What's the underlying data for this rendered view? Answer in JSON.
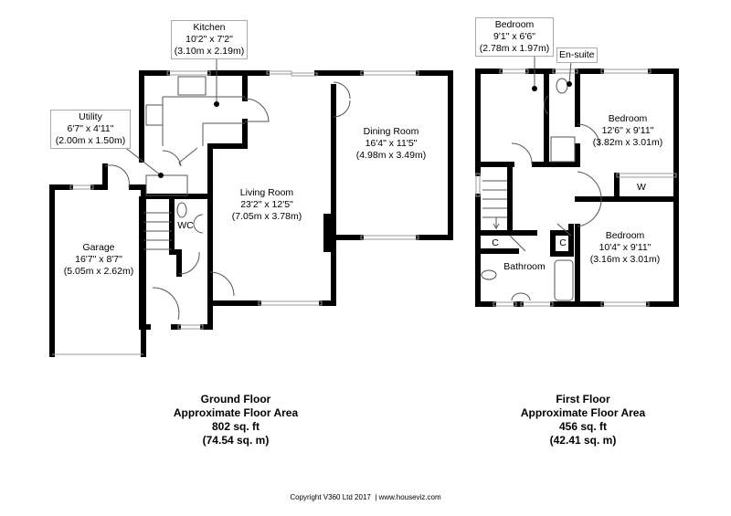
{
  "ground_floor": {
    "rooms": {
      "kitchen": {
        "name": "Kitchen",
        "imperial": "10'2\" x 7'2\"",
        "metric": "(3.10m x 2.19m)"
      },
      "utility": {
        "name": "Utility",
        "imperial": "6'7\" x 4'11\"",
        "metric": "(2.00m x 1.50m)"
      },
      "dining": {
        "name": "Dining Room",
        "imperial": "16'4\" x 11'5\"",
        "metric": "(4.98m x 3.49m)"
      },
      "living": {
        "name": "Living Room",
        "imperial": "23'2\" x 12'5\"",
        "metric": "(7.05m x 3.78m)"
      },
      "garage": {
        "name": "Garage",
        "imperial": "16'7\" x 8'7\"",
        "metric": "(5.05m x 2.62m)"
      },
      "wc": {
        "name": "WC"
      }
    },
    "summary": {
      "title": "Ground Floor",
      "subtitle": "Approximate Floor Area",
      "sqft": "802 sq. ft",
      "sqm": "(74.54 sq. m)"
    }
  },
  "first_floor": {
    "rooms": {
      "bedroom_small": {
        "name": "Bedroom",
        "imperial": "9'1\" x 6'6\"",
        "metric": "(2.78m x 1.97m)"
      },
      "ensuite": {
        "name": "En-suite"
      },
      "bedroom_main": {
        "name": "Bedroom",
        "imperial": "12'6\" x 9'11\"",
        "metric": "(3.82m x 3.01m)"
      },
      "wardrobe": {
        "name": "W"
      },
      "bedroom_third": {
        "name": "Bedroom",
        "imperial": "10'4\" x 9'11\"",
        "metric": "(3.16m x 3.01m)"
      },
      "cupboard_left": {
        "name": "C"
      },
      "cupboard_right": {
        "name": "C"
      },
      "bathroom": {
        "name": "Bathroom"
      }
    },
    "summary": {
      "title": "First Floor",
      "subtitle": "Approximate Floor Area",
      "sqft": "456 sq. ft",
      "sqm": "(42.41 sq. m)"
    }
  },
  "footer": {
    "copyright": "Copyright V360 Ltd 2017",
    "separator": "|",
    "website": "www.houseviz.com"
  }
}
